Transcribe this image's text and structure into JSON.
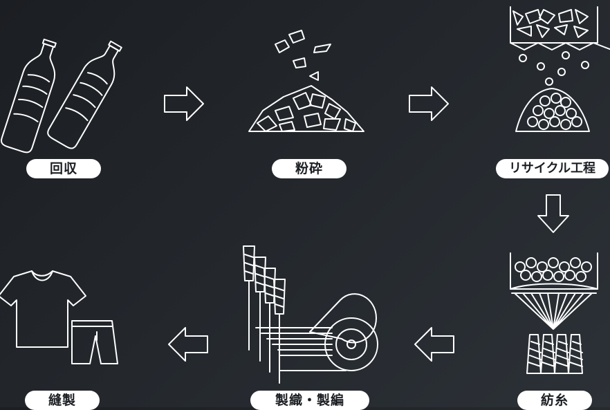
{
  "steps": [
    {
      "id": "collection",
      "label": "回収"
    },
    {
      "id": "crushing",
      "label": "粉砕"
    },
    {
      "id": "recycling",
      "label": "リサイクル工程"
    },
    {
      "id": "spinning",
      "label": "紡糸"
    },
    {
      "id": "weaving",
      "label": "製織・製編"
    },
    {
      "id": "sewing",
      "label": "縫製"
    }
  ],
  "colors": {
    "background": "#1f2327",
    "line": "#ffffff",
    "label_bg": "#ffffff",
    "label_text": "#1b1e22"
  },
  "icons": [
    "bottles-icon",
    "flakes-icon",
    "hopper-pellets-icon",
    "spinning-hopper-icon",
    "fabric-roll-icon",
    "clothing-icon"
  ]
}
